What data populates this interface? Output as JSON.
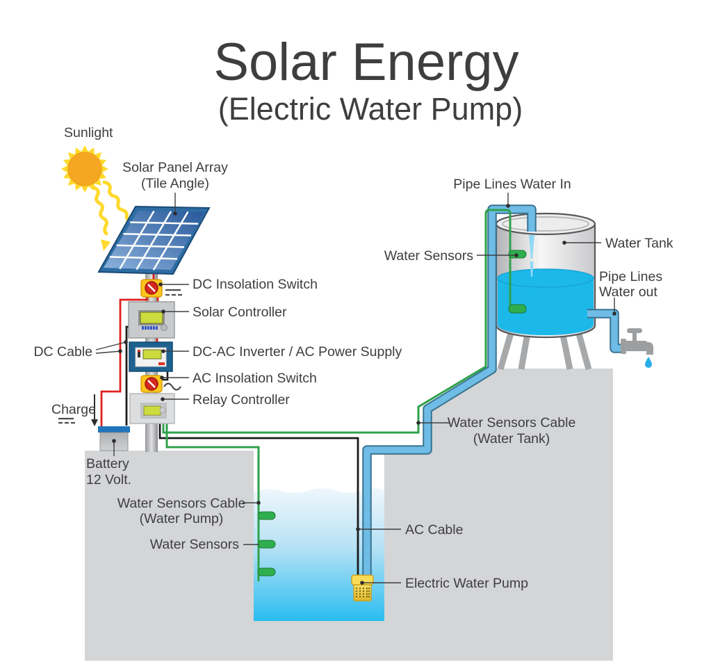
{
  "title": {
    "main": "Solar Energy",
    "subtitle": "(Electric Water Pump)"
  },
  "labels": {
    "sunlight": "Sunlight",
    "solar_panel_array_1": "Solar Panel Array",
    "solar_panel_array_2": "(Tile Angle)",
    "dc_insolation_switch": "DC Insolation Switch",
    "solar_controller": "Solar Controller",
    "dc_ac_inverter": "DC-AC Inverter / AC Power Supply",
    "ac_insolation_switch": "AC Insolation Switch",
    "relay_controller": "Relay Controller",
    "dc_cable": "DC Cable",
    "charge": "Charge",
    "battery_1": "Battery",
    "battery_2": "12 Volt.",
    "water_sensors_cable_pump_1": "Water Sensors Cable",
    "water_sensors_cable_pump_2": "(Water Pump)",
    "water_sensors_pump": "Water Sensors",
    "ac_cable": "AC Cable",
    "electric_water_pump": "Electric Water Pump",
    "pipe_lines_water_in": "Pipe Lines Water In",
    "water_sensors_tank": "Water Sensors",
    "water_tank": "Water Tank",
    "pipe_lines_water_out_1": "Pipe Lines",
    "pipe_lines_water_out_2": "Water out",
    "water_sensors_cable_tank_1": "Water Sensors Cable",
    "water_sensors_cable_tank_2": "(Water Tank)"
  },
  "colors": {
    "background": "#ffffff",
    "text": "#3e3e40",
    "sun_core": "#f5a623",
    "sun_rays": "#ffd92e",
    "panel_frame": "#2e6da4",
    "panel_cells": "#4a7fc0",
    "pipe_fill": "#6fbce6",
    "pipe_outline": "#38728f",
    "tank_water": "#1cb8ea",
    "well_water": "#29bdf0",
    "sensor_green": "#2fae4e",
    "cable_green": "#2fa14b",
    "cable_red": "#e01f1f",
    "cable_black": "#1b1b1b",
    "ground_gray": "#d4d5d7",
    "switch_yellow": "#fcc51d",
    "switch_red": "#d42823",
    "inverter_blue": "#1e618f",
    "lcd_green": "#ccdc3e",
    "battery_blue": "#1f74ba",
    "pump_yellow": "#f6d847"
  }
}
